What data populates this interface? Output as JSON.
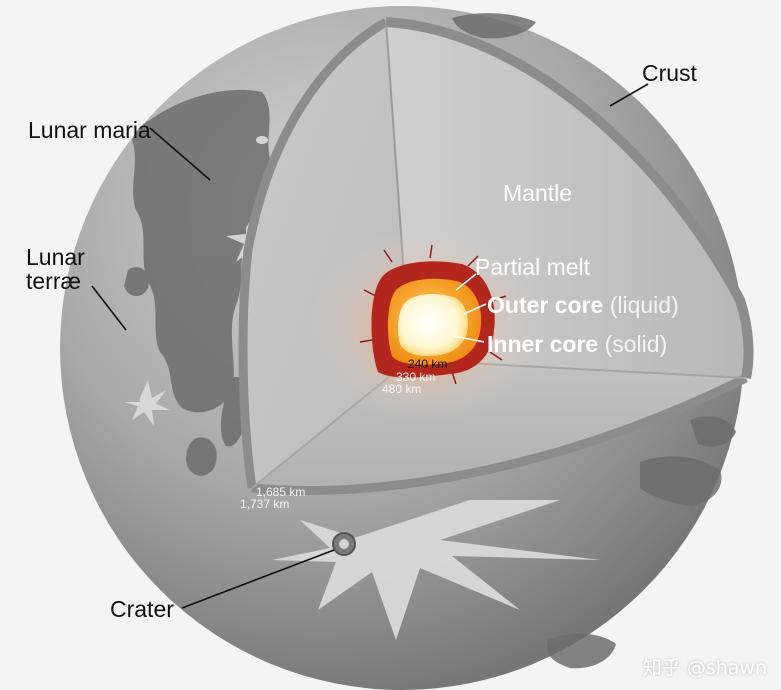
{
  "labels": {
    "crust": "Crust",
    "mantle": "Mantle",
    "lunar_maria": "Lunar maria",
    "lunar_terrae_line1": "Lunar",
    "lunar_terrae_line2": "terræ",
    "partial_melt": "Partial melt",
    "outer_core": "Outer core",
    "outer_core_state": "(liquid)",
    "inner_core": "Inner core",
    "inner_core_state": "(solid)",
    "crater": "Crater"
  },
  "radii": {
    "inner": "240 km",
    "outer": "330 km",
    "melt": "480 km",
    "mantle": "1,685 km",
    "surface": "1,737 km"
  },
  "watermark": "知乎 @shawn",
  "colors": {
    "background": "#f4f4f4",
    "surface": "#a9a9a9",
    "maria": "#6e6e6e",
    "mantle": "#c8c8c8",
    "crust": "#8f8f8f",
    "partial_melt": "#b3261e",
    "outer_core": "#f39c12",
    "inner_core": "#fffbe6"
  }
}
